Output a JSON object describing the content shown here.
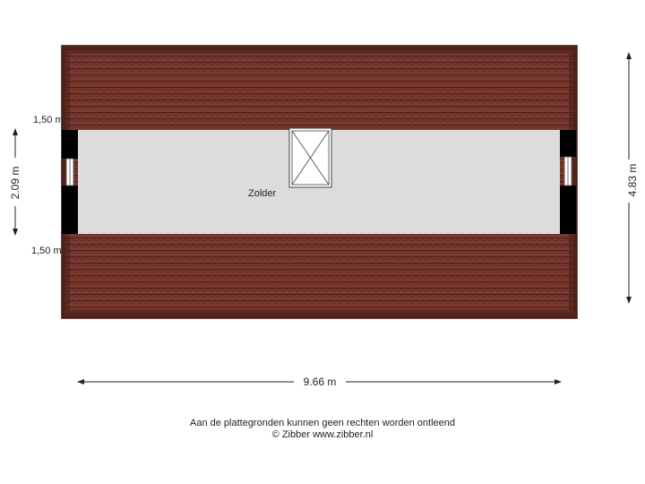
{
  "plan": {
    "room_label": "Zolder",
    "dim_width": "9.66 m",
    "dim_depth_right": "4.83 m",
    "dim_depth_left": "2.09 m",
    "dim_slope_top": "1,50 m",
    "dim_slope_bottom": "1,50 m"
  },
  "footer": {
    "line1": "Aan de plattegronden kunnen geen rechten worden ontleend",
    "line2": "© Zibber www.zibber.nl"
  },
  "colors": {
    "roof_tile": "#7a3a30",
    "roof_tile_line": "#4e1f19",
    "roof_edge": "#5a2720",
    "floor": "#dcdcdc",
    "wall": "#000000"
  }
}
